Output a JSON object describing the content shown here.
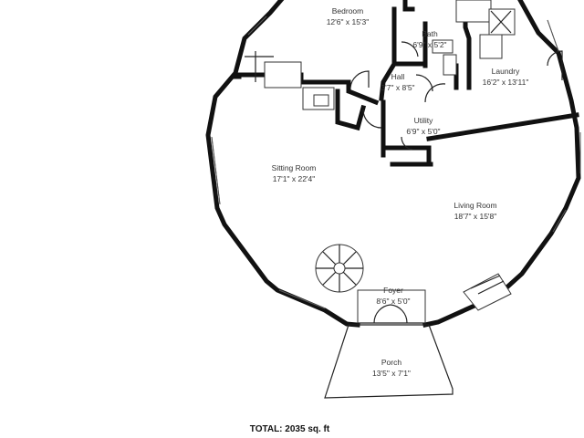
{
  "rooms": {
    "bedroom": {
      "name": "Bedroom",
      "dims": "12'6\" x 15'3\""
    },
    "bath": {
      "name": "Bath",
      "dims": "6'9\" x 5'2\""
    },
    "hall": {
      "name": "Hall",
      "dims": "3'7\" x 8'5\""
    },
    "laundry": {
      "name": "Laundry",
      "dims": "16'2\" x 13'11\""
    },
    "utility": {
      "name": "Utility",
      "dims": "6'9\" x 5'0\""
    },
    "sitting": {
      "name": "Sitting Room",
      "dims": "17'1\" x 22'4\""
    },
    "living": {
      "name": "Living Room",
      "dims": "18'7\" x 15'8\""
    },
    "foyer": {
      "name": "Foyer",
      "dims": "8'6\" x 5'0\""
    },
    "porch": {
      "name": "Porch",
      "dims": "13'5\" x 7'1\""
    }
  },
  "total": "TOTAL: 2035 sq. ft"
}
